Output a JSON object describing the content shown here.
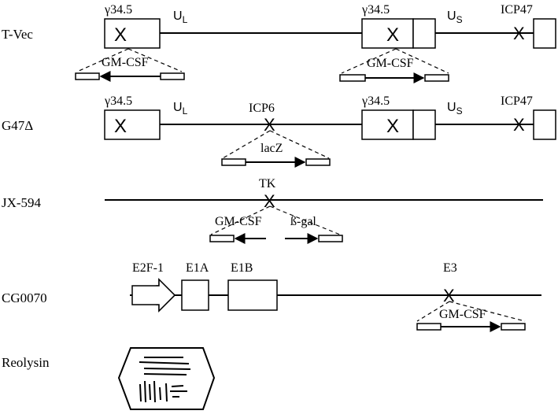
{
  "rows": {
    "tvec": {
      "name": "T-Vec",
      "gamma_left": "γ34.5",
      "ul": "U",
      "ul_sub": "L",
      "gamma_right": "γ34.5",
      "us": "U",
      "us_sub": "S",
      "icp47": "ICP47",
      "insert_left": "GM-CSF",
      "insert_right": "GM-CSF",
      "deletion_mark": "X"
    },
    "g47": {
      "name": "G47Δ",
      "gamma_left": "γ34.5",
      "ul": "U",
      "ul_sub": "L",
      "icp6": "ICP6",
      "gamma_right": "γ34.5",
      "us": "U",
      "us_sub": "S",
      "icp47": "ICP47",
      "insert": "lacZ",
      "deletion_mark": "X"
    },
    "jx594": {
      "name": "JX-594",
      "tk": "TK",
      "insert_left": "GM-CSF",
      "insert_right": "ß-gal",
      "deletion_mark": "X"
    },
    "cg0070": {
      "name": "CG0070",
      "e2f1": "E2F-1",
      "e1a": "E1A",
      "e1b": "E1B",
      "e3": "E3",
      "insert": "GM-CSF",
      "deletion_mark": "X"
    },
    "reolysin": {
      "name": "Reolysin"
    }
  }
}
